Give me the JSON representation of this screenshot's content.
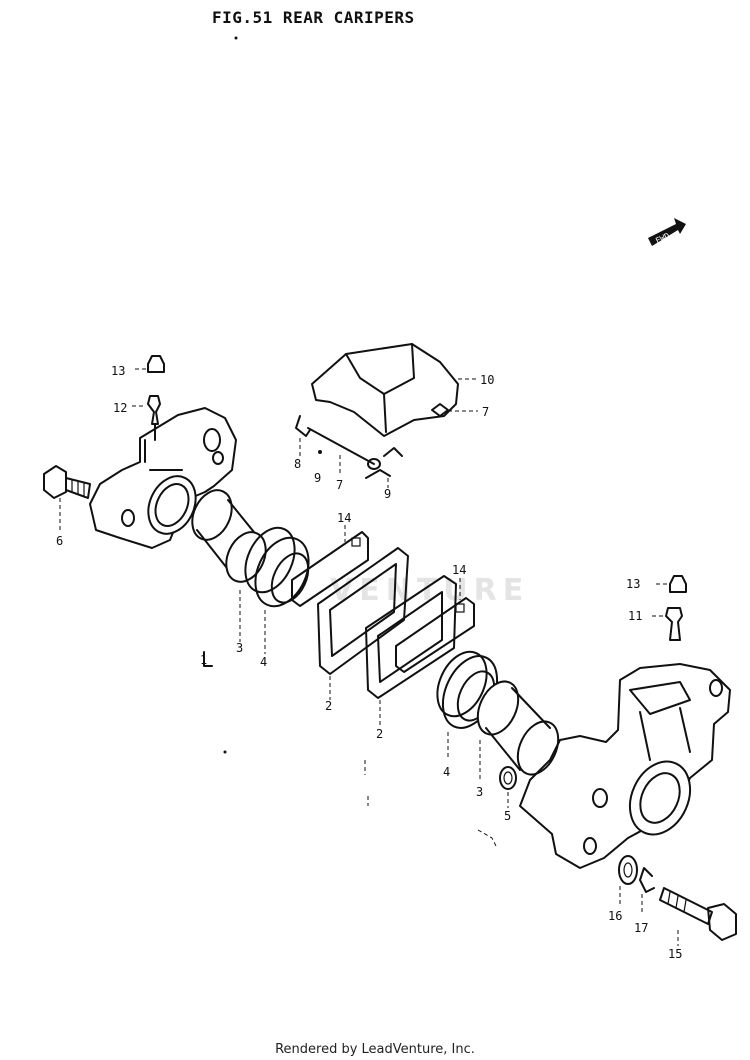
{
  "figure": {
    "title": "FIG.51  REAR CARIPERS"
  },
  "callouts": {
    "c1": "1",
    "c2a": "2",
    "c2b": "2",
    "c3a": "3",
    "c3b": "3",
    "c4a": "4",
    "c4b": "4",
    "c5": "5",
    "c6": "6",
    "c7a": "7",
    "c7b": "7",
    "c8": "8",
    "c9a": "9",
    "c9b": "9",
    "c10": "10",
    "c11": "11",
    "c12": "12",
    "c13a": "13",
    "c13b": "13",
    "c14a": "14",
    "c14b": "14",
    "c15": "15",
    "c16": "16",
    "c17": "17"
  },
  "fwd_badge": "FWD",
  "watermark": "VENTURE",
  "footer": "Rendered by LeadVenture, Inc."
}
